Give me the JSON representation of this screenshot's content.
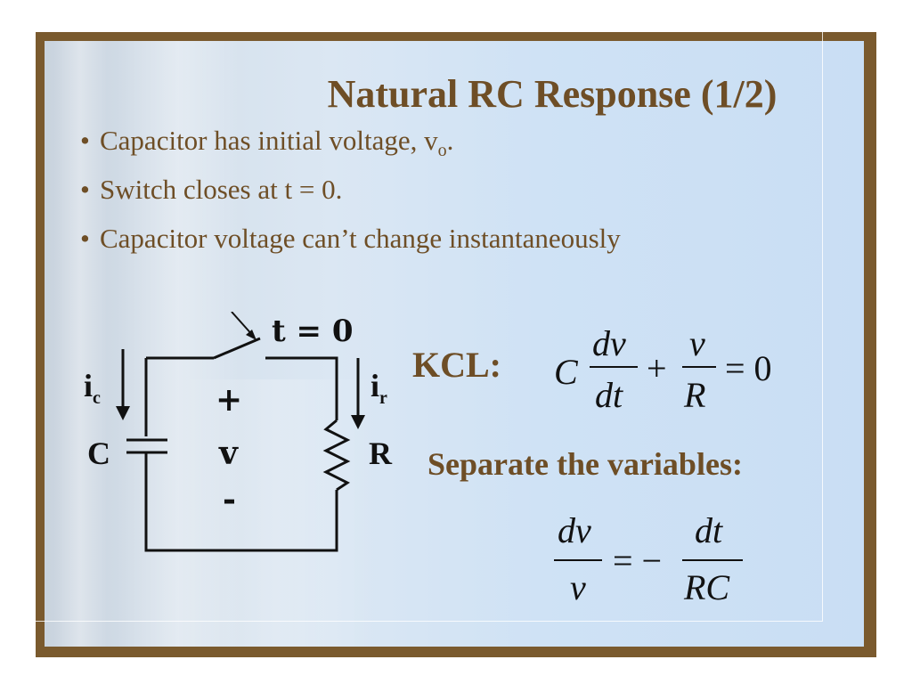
{
  "slide": {
    "title": "Natural RC Response  (1/2)",
    "bullets": [
      {
        "text": "Capacitor has initial voltage, v",
        "sub": "o",
        "tail": "."
      },
      {
        "text": "Switch closes at t = 0."
      },
      {
        "text": "Capacitor voltage can’t change instantaneously"
      }
    ],
    "colors": {
      "border": "#7a5a2e",
      "text_brown": "#6e4e26",
      "background": "#d2e3f4"
    }
  },
  "circuit": {
    "switch_label": "t = 0",
    "ic_label": "i",
    "ic_sub": "c",
    "ir_label": "i",
    "ir_sub": "r",
    "capacitor_label": "C",
    "resistor_label": "R",
    "plus": "+",
    "v": "v",
    "minus": "-"
  },
  "equations": {
    "kcl_label": "KCL:",
    "kcl": {
      "C": "C",
      "dv": "dv",
      "dt": "dt",
      "plus": "+",
      "v": "v",
      "R": "R",
      "eq": "= 0"
    },
    "separate_label": "Separate the variables:",
    "sep": {
      "dv": "dv",
      "v": "v",
      "eq": "= −",
      "dt": "dt",
      "RC": "RC"
    }
  }
}
